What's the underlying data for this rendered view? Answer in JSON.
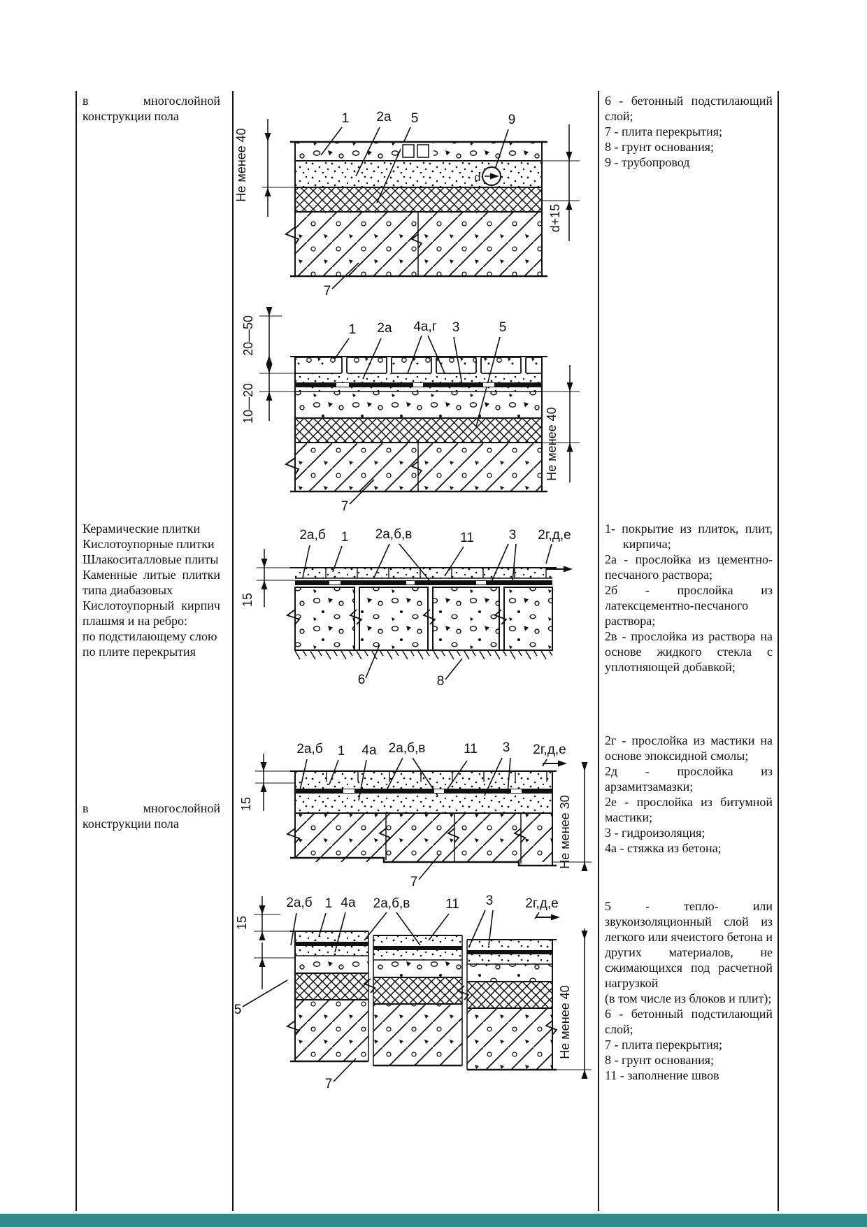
{
  "page": {
    "bottom_bar_color": "#2e8c8c"
  },
  "left_column": {
    "cell1": "в многослойной конструкции пола",
    "cell2": [
      "Керамические плитки",
      "Кислотоупорные плитки",
      "Шлакоситалловые плиты",
      "Каменные литые плитки типа диабазовых",
      "Кислотоупорный кирпич плашмя и на ребро:",
      "по подстилающему слою",
      "по плите перекрытия"
    ],
    "cell3": "в многослойной конструкции пола"
  },
  "right_column": {
    "cell1": [
      "6 - бетонный подстилающий слой;",
      "7 - плита перекрытия;",
      "8 - грунт основания;",
      "9 - трубопровод"
    ],
    "cell2": [
      "1- покрытие из плиток, плит, кирпича;",
      "2а - прослойка из цементно-песчаного раствора;",
      "2б - прослойка из латексцементно-песчаного раствора;",
      "2в - прослойка из раствора на основе жидкого стекла с уплотняющей добавкой;"
    ],
    "cell3": [
      "2г - прослойка из мастики на основе эпоксидной смолы;",
      "2д - прослойка из арзамитзамазки;",
      "2е - прослойка из битумной мастики;",
      "3 - гидроизоляция;",
      "4а - стяжка из бетона;"
    ],
    "cell4": [
      "5 - тепло- или звукоизоляционный слой из легкого или ячеистого бетона и других материалов, не сжимающихся под расчетной нагрузкой",
      "(в том числе из блоков и плит);",
      "6 - бетонный подстилающий слой;",
      "7 - плита перекрытия;",
      "8 - грунт основания;",
      "11 - заполнение швов"
    ]
  },
  "diagram_a": {
    "label_1": "1",
    "label_2a": "2а",
    "label_5": "5",
    "label_9": "9",
    "pipe_d": "d",
    "dim_left": "Не менее 40",
    "dim_right": "d+15",
    "label_7": "7"
  },
  "diagram_b": {
    "label_1": "1",
    "label_2a": "2а",
    "label_4ag": "4а,г",
    "label_3": "3",
    "label_5": "5",
    "dim_left_top": "20—50",
    "dim_left_bottom": "10—20",
    "dim_right": "Не менее 40",
    "label_7": "7"
  },
  "diagram_c": {
    "label_2ab": "2а,б",
    "label_1": "1",
    "label_2abv": "2а,б,в",
    "label_11": "11",
    "label_3": "3",
    "label_2gde": "2г,д,е",
    "dim_left": "15",
    "label_6": "6",
    "label_8": "8"
  },
  "diagram_d": {
    "label_2ab": "2а,б",
    "label_1": "1",
    "label_4a": "4а",
    "label_2abv": "2а,б,в",
    "label_11": "11",
    "label_3": "3",
    "label_2gde": "2г,д,е",
    "dim_left": "15",
    "dim_right": "Не менее 30",
    "label_7": "7"
  },
  "diagram_e": {
    "label_2ab": "2а,б",
    "label_1": "1",
    "label_4a": "4а",
    "label_2abv": "2а,б,в",
    "label_11": "11",
    "label_3": "3",
    "label_2gde": "2г,д,е",
    "dim_left": "15",
    "dim_right": "Не менее 40",
    "label_5": "5",
    "label_7": "7"
  }
}
